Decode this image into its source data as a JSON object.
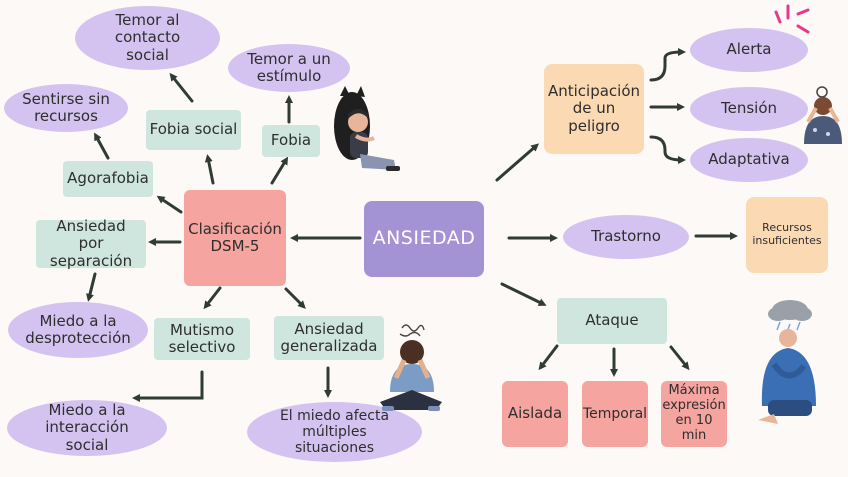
{
  "center": "ANSIEDAD",
  "clasificacion": {
    "title": "Clasificación DSM-5",
    "fobia_social": "Fobia social",
    "fobia_social_child": "Temor al contacto social",
    "fobia": "Fobia",
    "fobia_child": "Temor a un estímulo",
    "agorafobia": "Agorafobia",
    "agorafobia_child": "Sentirse sin recursos",
    "separacion": "Ansiedad por separación",
    "separacion_child": "Miedo a la desprotección",
    "mutismo": "Mutismo selectivo",
    "mutismo_child": "Miedo a la interacción social",
    "generalizada": "Ansiedad generalizada",
    "generalizada_child": "El miedo afecta múltiples situaciones"
  },
  "anticipacion": {
    "title": "Anticipación de un peligro",
    "items": [
      "Alerta",
      "Tensión",
      "Adaptativa"
    ]
  },
  "trastorno": {
    "title": "Trastorno",
    "child": "Recursos insuficientes"
  },
  "ataque": {
    "title": "Ataque",
    "items": [
      "Aislada",
      "Temporal",
      "Máxima expresión en 10 min"
    ]
  },
  "colors": {
    "purple": "#d4c3f0",
    "green": "#cfe6df",
    "pink": "#f5a49f",
    "peach": "#fbd9b3",
    "center": "#a493d4",
    "arrow": "#2f3b33"
  },
  "icons": [
    "person-sitting-with-cat-illustration",
    "stressed-person-illustration",
    "tangled-thoughts-person-illustration",
    "cloud-head-person-illustration",
    "sparkle-icon"
  ]
}
